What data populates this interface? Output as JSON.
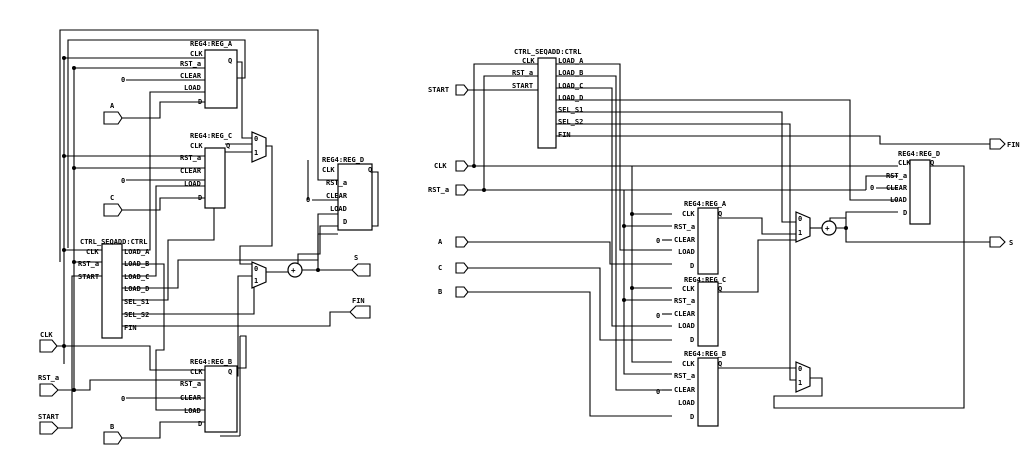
{
  "ports": {
    "clk": "CLK",
    "rst": "RST_a",
    "start": "START",
    "a": "A",
    "b": "B",
    "c": "C",
    "s": "S",
    "fin": "FIN",
    "zero": "0"
  },
  "reg_pins": {
    "clk": "CLK",
    "q": "Q",
    "rst": "RST_a",
    "clear": "CLEAR",
    "load": "LOAD",
    "d": "D"
  },
  "ctrl_pins": {
    "clk": "CLK",
    "rst": "RST_a",
    "start": "START",
    "load_a": "LOAD_A",
    "load_b": "LOAD_B",
    "load_c": "LOAD_C",
    "load_d": "LOAD_D",
    "sel_s1": "SEL_S1",
    "sel_s2": "SEL_S2",
    "fin": "FIN"
  },
  "mux": {
    "in0": "0",
    "in1": "1"
  },
  "adder": {
    "symbol": "+"
  },
  "left": {
    "reg_a": "REG4:REG_A",
    "reg_c": "REG4:REG_C",
    "reg_d": "REG4:REG_D",
    "reg_b": "REG4:REG_B",
    "ctrl": "CTRL_SEQADD:CTRL"
  },
  "right": {
    "ctrl": "CTRL_SEQADD:CTRL",
    "reg_d": "REG4:REG_D",
    "reg_a": "REG4:REG_A",
    "reg_c": "REG4:REG_C",
    "reg_b": "REG4:REG_B"
  }
}
